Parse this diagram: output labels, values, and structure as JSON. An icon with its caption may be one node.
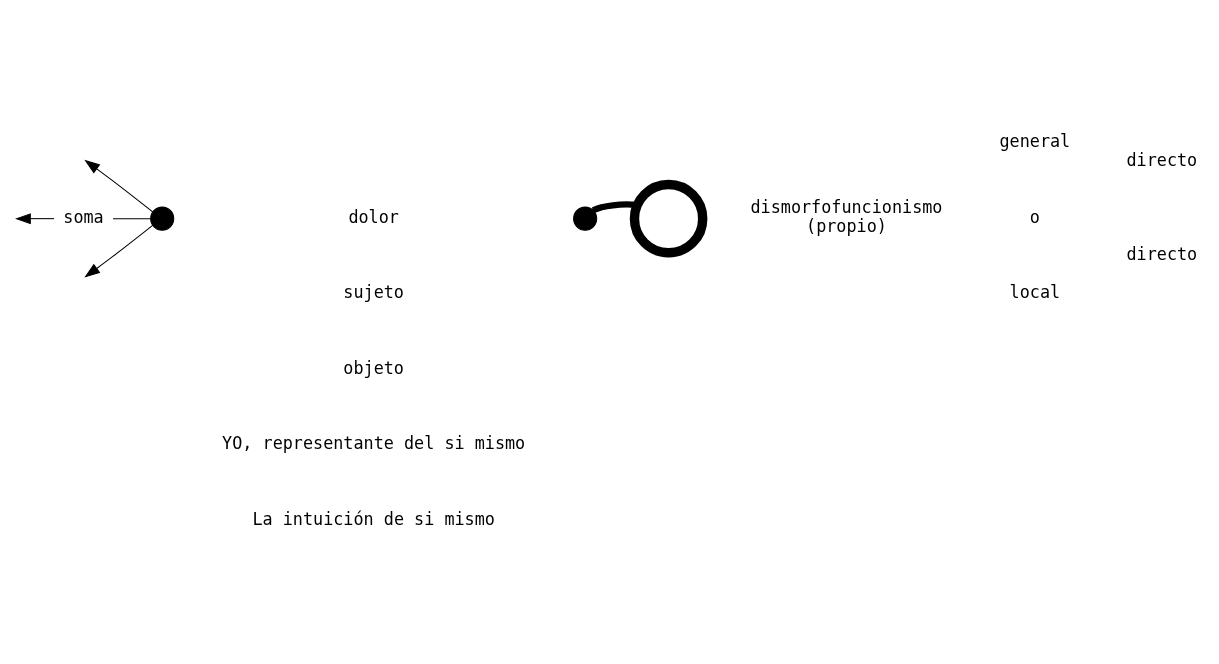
{
  "diagram": {
    "nodes": [
      {
        "text": [
          "soma"
        ]
      },
      {
        "text": [],
        "shape": "circle"
      },
      {
        "text": [
          "dolor"
        ]
      },
      {
        "text": [],
        "shape": "circle"
      },
      {
        "text": [],
        "shape": "crescent"
      },
      {
        "text": [
          "dismorfofuncionismo",
          "(propio)"
        ]
      }
    ],
    "edges": [
      {
        "from": 1,
        "to": null,
        "arrow": "to"
      },
      {
        "from": 1,
        "to": 0,
        "arrow": "none"
      },
      {
        "from": 0,
        "to": null,
        "arrow": "to"
      },
      {
        "from": 1,
        "to": null,
        "arrow": "to"
      },
      {
        "from": 3,
        "to": 4,
        "arrow": "none",
        "style": "thick"
      }
    ],
    "labels": [
      "general",
      "directo",
      "o",
      "local",
      "directo",
      "sujeto",
      "objeto",
      "YO, representante del si mismo",
      "La intuición de si mismo"
    ]
  }
}
